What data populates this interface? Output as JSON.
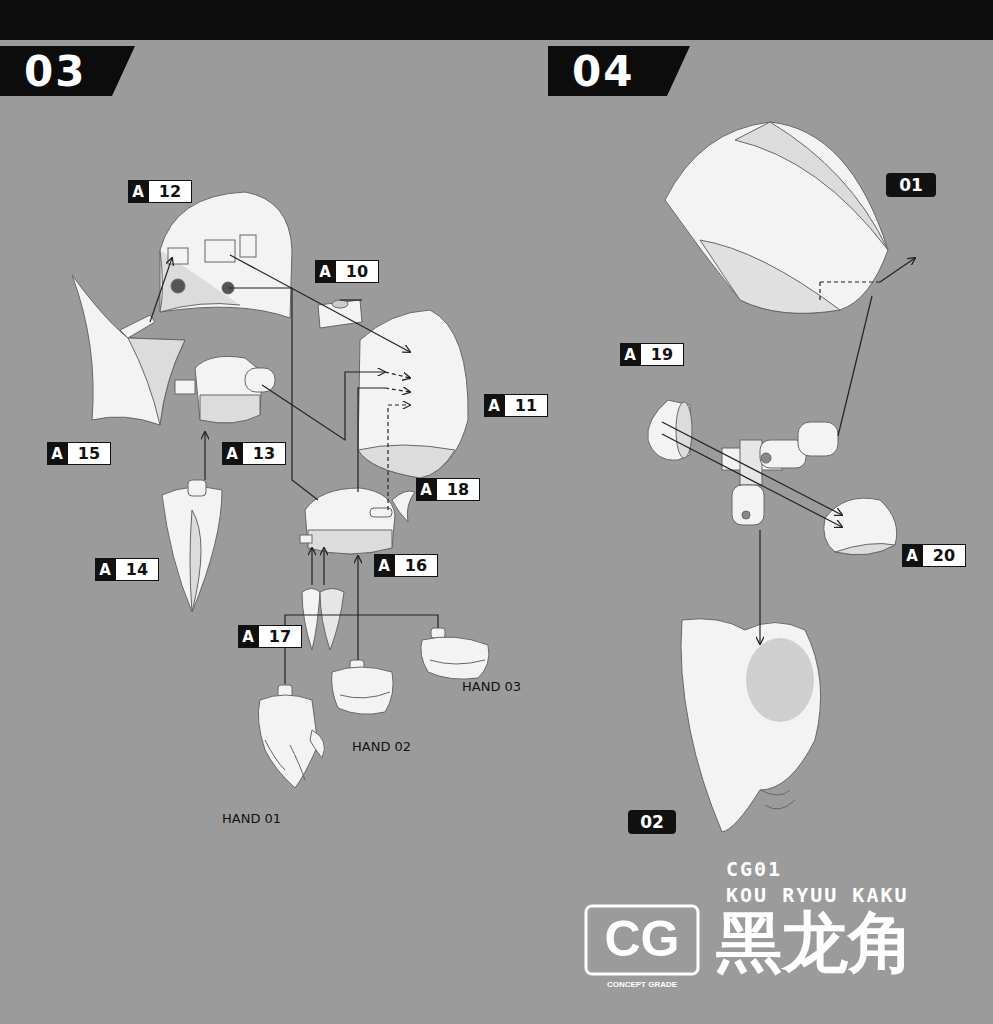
{
  "diagram": {
    "labels": [
      "03",
      "04",
      "A",
      "12",
      "A",
      "10",
      "A",
      "11",
      "A",
      "15",
      "A",
      "13",
      "A",
      "18",
      "A",
      "16",
      "A",
      "14",
      "A",
      "17",
      "HAND 03",
      "HAND 02",
      "HAND 01",
      "01",
      "A",
      "19",
      "A",
      "20",
      "02",
      "CG01",
      "KOU RYUU KAKU",
      "CG",
      "CONCEPT GRADE",
      "黑龙角"
    ]
  }
}
